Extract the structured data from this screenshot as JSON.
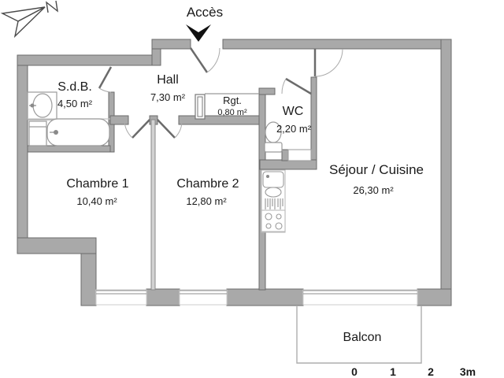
{
  "plan": {
    "access_label": "Accès",
    "balcony_label": "Balcon",
    "rooms": [
      {
        "name": "S.d.B.",
        "area": "4,50 m²"
      },
      {
        "name": "Hall",
        "area": "7,30 m²"
      },
      {
        "name": "Rgt.",
        "area": "0,80 m²"
      },
      {
        "name": "WC",
        "area": "2,20 m²"
      },
      {
        "name": "Chambre 1",
        "area": "10,40 m²"
      },
      {
        "name": "Chambre 2",
        "area": "12,80 m²"
      },
      {
        "name": "Séjour / Cuisine",
        "area": "26,30 m²"
      }
    ],
    "scale": {
      "ticks": [
        "0",
        "1",
        "2",
        "3m"
      ]
    },
    "icons": [
      "north-arrow-icon",
      "access-arrow-icon",
      "bathtub",
      "bathroom-sink",
      "washing-machine",
      "toilet",
      "kitchen-sink",
      "dish-rack",
      "stove"
    ],
    "colors": {
      "wall_fill": "#a9a9a9",
      "wall_outline": "#6b6b6b",
      "light_wall": "#d2d2d2",
      "thin_line": "#9a9a9a",
      "text": "#1a1a1a",
      "arrow_black": "#111111"
    }
  }
}
